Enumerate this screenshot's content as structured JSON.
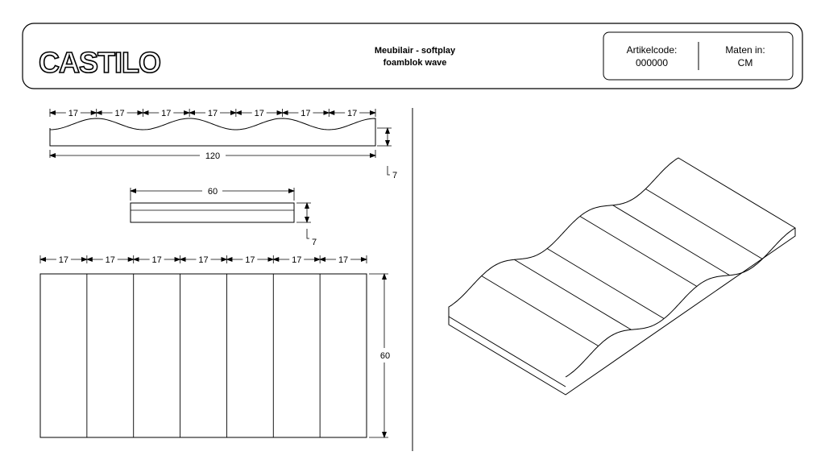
{
  "header": {
    "logo_text": "CASTILO",
    "title_line1": "Meubilair - softplay",
    "title_line2": "foamblok wave",
    "article_label": "Artikelcode:",
    "article_value": "000000",
    "units_label": "Maten in:",
    "units_value": "CM"
  },
  "side_view": {
    "segment_labels": [
      "17",
      "17",
      "17",
      "17",
      "17",
      "17",
      "17"
    ],
    "length_label": "120",
    "height_label": "7"
  },
  "end_view": {
    "width_label": "60",
    "height_label": "7"
  },
  "top_view": {
    "segment_labels": [
      "17",
      "17",
      "17",
      "17",
      "17",
      "17",
      "17"
    ],
    "depth_label": "60"
  },
  "colors": {
    "line": "#000000",
    "background": "#ffffff"
  }
}
